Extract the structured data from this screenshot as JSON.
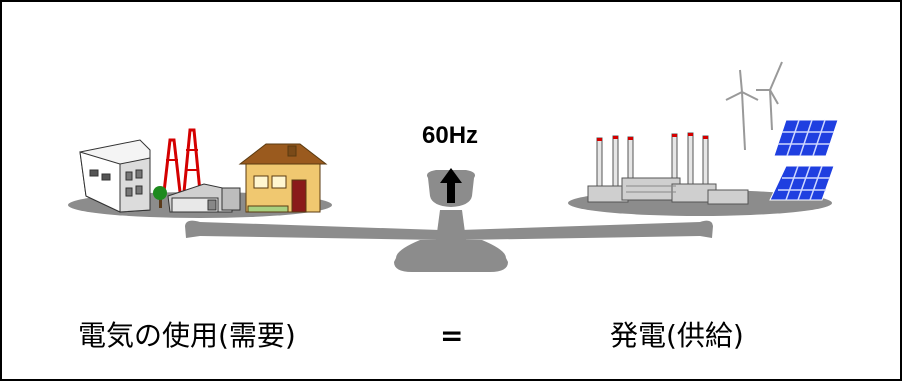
{
  "frequency": "60Hz",
  "demand_label": "電気の使用(需要)",
  "equals_sign": "=",
  "supply_label": "発電(供給)",
  "colors": {
    "scale": "#8c8c8c",
    "solar_panel": "#1f3fe0",
    "house_wall": "#f0c870",
    "house_roof": "#9a5a1e",
    "tower_red": "#d40000"
  }
}
